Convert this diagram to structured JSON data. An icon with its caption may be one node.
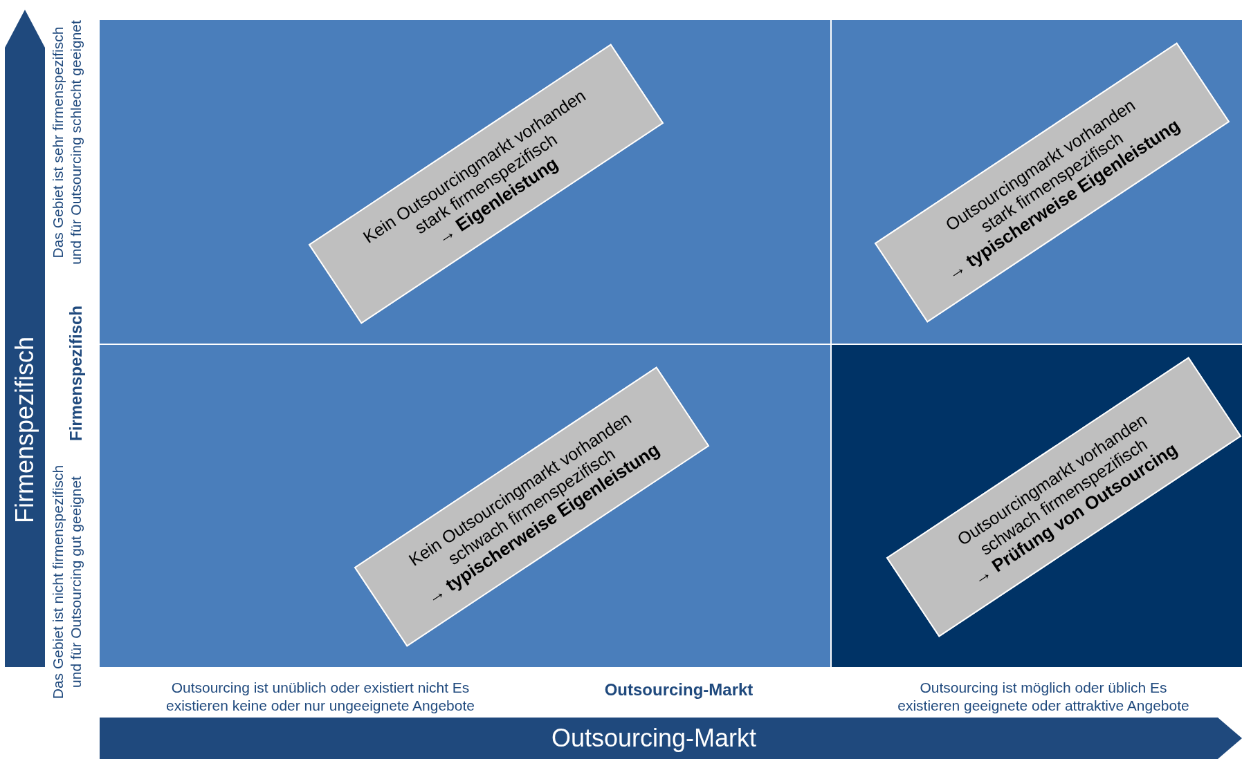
{
  "diagram": {
    "nodes": [
      {
        "text": [
          "Firmenspezifisch"
        ]
      },
      {
        "text": [],
        "shape": "box"
      },
      {
        "text": [
          "Kein Outsourcingmarkt vorhanden",
          "stark firmenspezifisch",
          "→ **Eigenleistung**"
        ],
        "in": 1
      },
      {
        "text": [],
        "shape": "box"
      },
      {
        "text": [
          "Outsourcingmarkt vorhanden",
          "stark firmenspezifisch",
          "→ **typischerweise Eigenleistung**"
        ],
        "in": 3
      },
      {
        "text": [],
        "shape": "box"
      },
      {
        "text": [
          "Kein Outsourcingmarkt vorhanden",
          "schwach firmenspezifisch",
          "→ **typischerweise Eigenleistung**"
        ],
        "in": 5
      },
      {
        "text": [],
        "shape": "box"
      },
      {
        "text": [
          "Outsourcingmarkt vorhanden",
          "schwach firmenspezifisch",
          "→ **Prüfung von Outsourcing**"
        ],
        "in": 7
      },
      {
        "text": [
          "Outsourcing-Markt"
        ]
      }
    ],
    "labels": [
      "Das Gebiet ist sehr firmenspezifisch und für Outsourcing schlecht geeignet",
      "Firmenspezifisch",
      "Das Gebiet ist nicht firmenspezifisch und für Outsourcing gut geeignet",
      "Outsourcing ist unüblich oder existiert nicht Es existieren keine oder nur ungeeignete Angebote",
      "Outsourcing-Markt",
      "Outsourcing ist möglich oder üblich Es existieren geeignete oder attraktive Angebote"
    ]
  }
}
